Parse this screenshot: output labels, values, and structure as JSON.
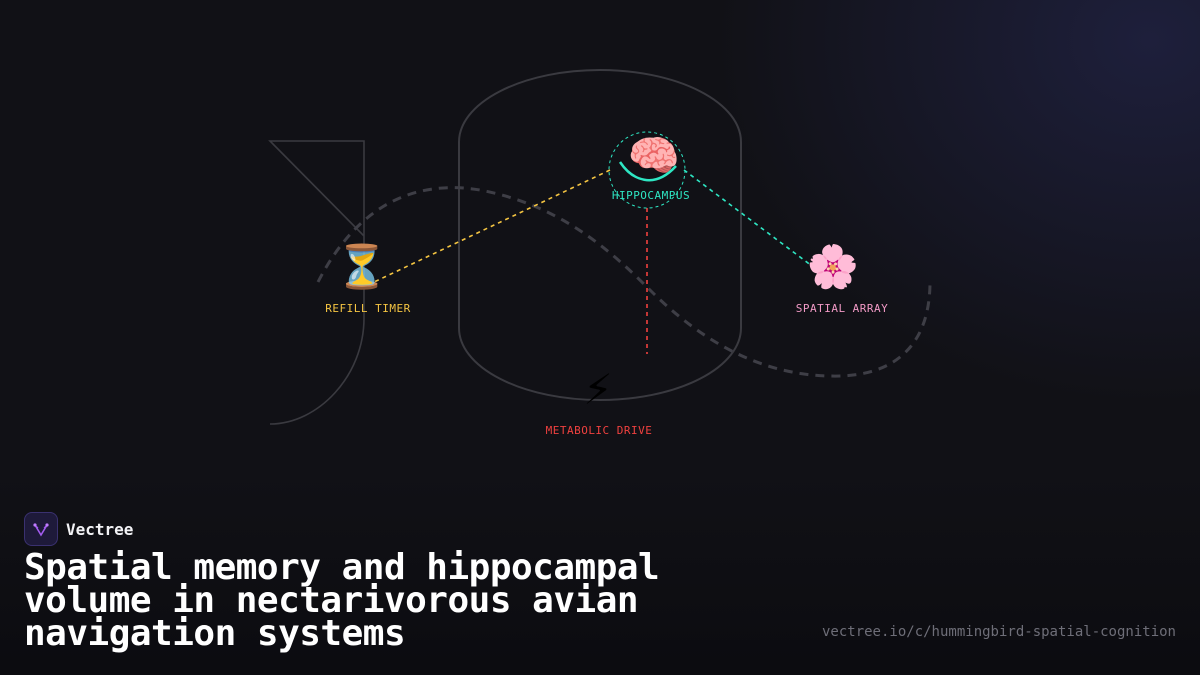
{
  "brand": {
    "name": "Vectree",
    "logo_icon": "vectree-logo-icon"
  },
  "headline": "Spatial memory and hippocampal volume in nectarivorous avian navigation systems",
  "url": "vectree.io/c/hummingbird-spatial-cognition",
  "nodes": {
    "hippocampus": {
      "label": "HIPPOCAMPUS",
      "icon": "brain-icon",
      "emoji": "🧠",
      "color": "#2ee6c3"
    },
    "refill_timer": {
      "label": "REFILL TIMER",
      "icon": "hourglass-icon",
      "emoji": "⏳",
      "color": "#f5c542"
    },
    "spatial_array": {
      "label": "SPATIAL ARRAY",
      "icon": "flower-icon",
      "emoji": "🌸",
      "color": "#f29ac6"
    },
    "metabolic_drive": {
      "label": "METABOLIC DRIVE",
      "icon": "lightning-icon",
      "emoji": "⚡",
      "color": "#f0413f"
    }
  },
  "colors": {
    "background": "#111116",
    "outline": "#3a3a40",
    "flight_path": "#3e3e46"
  }
}
